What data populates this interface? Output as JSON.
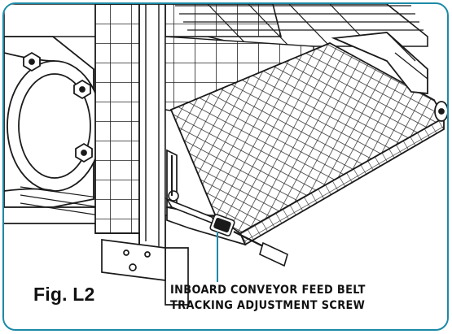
{
  "figure": {
    "label": "Fig. L2",
    "callout_line1": "INBOARD CONVEYOR FEED BELT",
    "callout_line2": "TRACKING ADJUSTMENT SCREW"
  },
  "colors": {
    "frame_border": "#1c8aa6",
    "leader_line": "#1c8aa6",
    "line_art": "#1a1a1a"
  }
}
